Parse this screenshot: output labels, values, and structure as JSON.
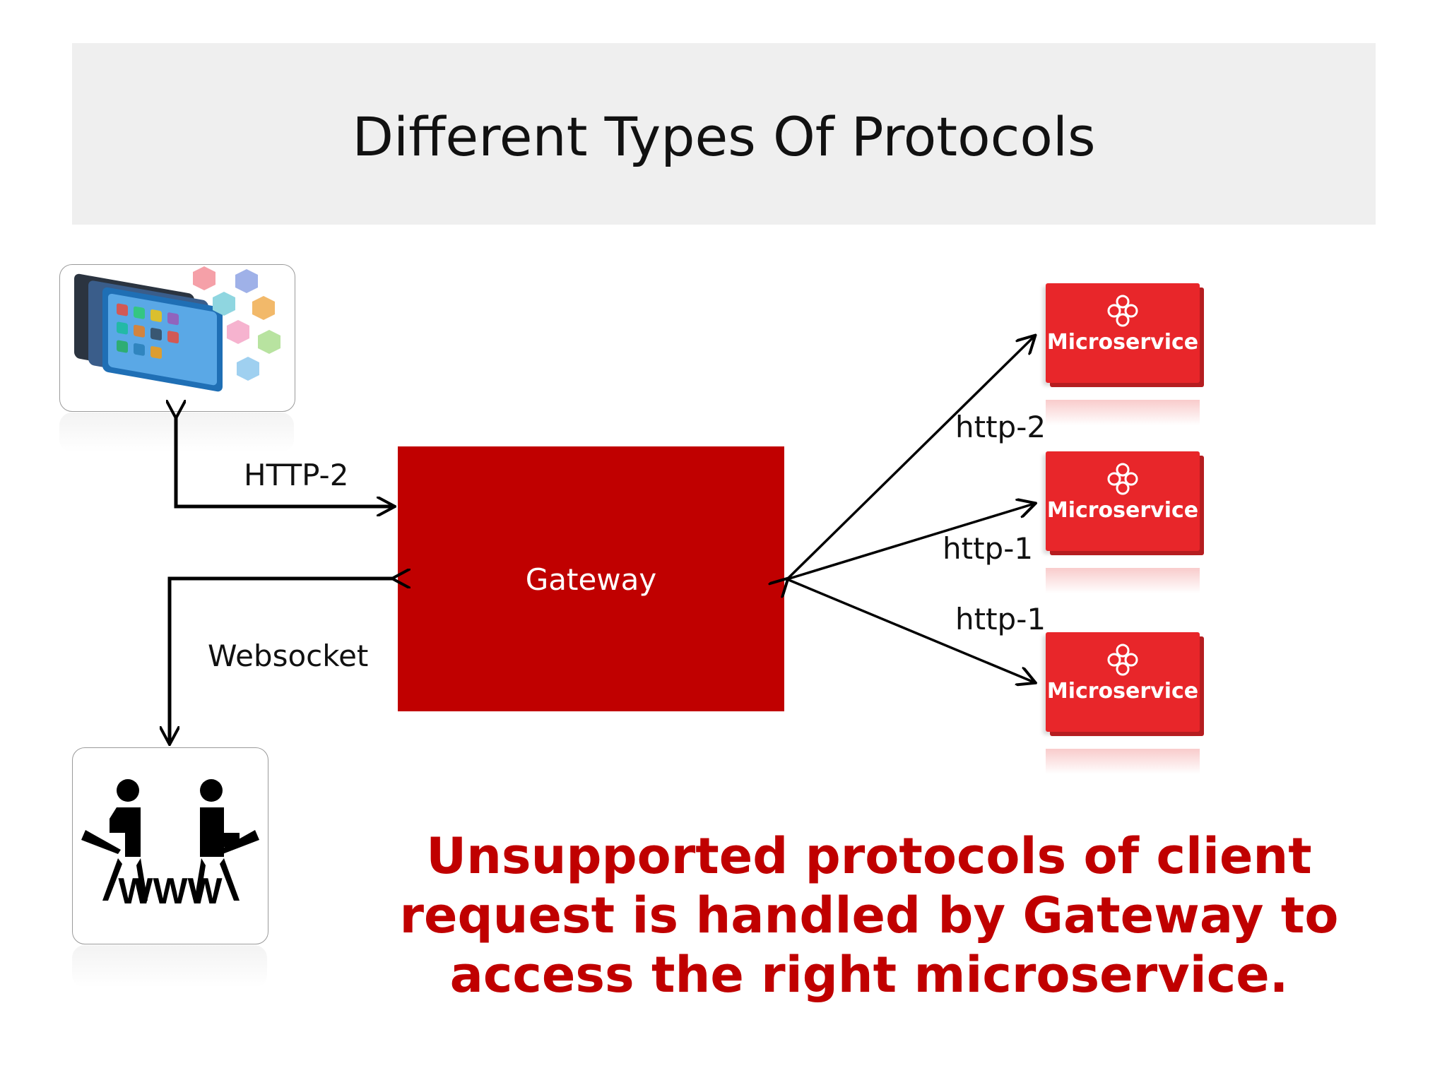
{
  "title": "Different Types Of Protocols",
  "gateway": {
    "label": "Gateway"
  },
  "client_links": [
    {
      "label": "HTTP-2"
    },
    {
      "label": "Websocket"
    }
  ],
  "service_links": [
    {
      "label": "http-2"
    },
    {
      "label": "http-1"
    },
    {
      "label": "http-1"
    }
  ],
  "microservices": [
    {
      "label": "Microservice"
    },
    {
      "label": "Microservice"
    },
    {
      "label": "Microservice"
    }
  ],
  "www_icon_text": "WWW",
  "caption": "Unsupported protocols of client request is handled by Gateway to access the right microservice.",
  "colors": {
    "gateway": "#c00000",
    "microservice": "#e8262a",
    "caption": "#c00000",
    "title_band": "#efefef"
  }
}
